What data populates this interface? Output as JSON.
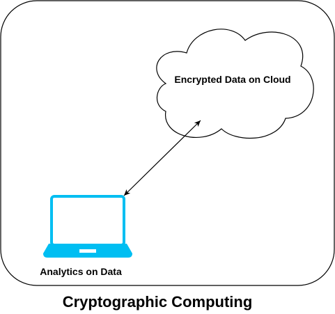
{
  "diagram": {
    "cloud": {
      "label": "Encrypted Data on Cloud"
    },
    "laptop": {
      "label": "Analytics on Data",
      "icon": "laptop-icon",
      "color": "#00BEF2"
    },
    "connector": {
      "type": "bidirectional-arrow"
    },
    "caption": "Cryptographic Computing"
  }
}
